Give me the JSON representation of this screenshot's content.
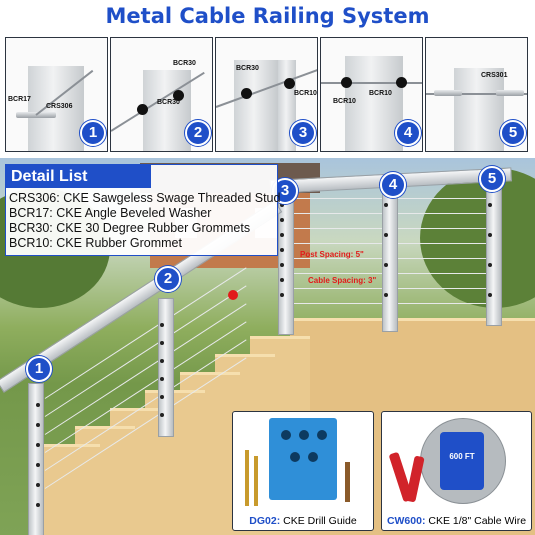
{
  "title": "Metal Cable Railing System",
  "panels": [
    {
      "number": "1",
      "labels": [
        "BCR17",
        "CRS306"
      ]
    },
    {
      "number": "2",
      "labels": [
        "BCR30",
        "BCR30"
      ]
    },
    {
      "number": "3",
      "labels": [
        "BCR30",
        "BCR10"
      ]
    },
    {
      "number": "4",
      "labels": [
        "BCR10",
        "BCR10"
      ]
    },
    {
      "number": "5",
      "labels": [
        "CRS301"
      ]
    }
  ],
  "detail_list": {
    "heading": "Detail List",
    "items": [
      "CRS306: CKE Sawgeless Swage Threaded Stud",
      "BCR17: CKE Angle Beveled Washer",
      "BCR30: CKE 30 Degree Rubber Grommets",
      "BCR10: CKE Rubber Grommet"
    ]
  },
  "scene": {
    "post_numbers": [
      "1",
      "2",
      "3",
      "4",
      "5"
    ],
    "post_spacing_label": "Post Spacing: 5\"",
    "cable_spacing_label": "Cable Spacing: 3\""
  },
  "products": [
    {
      "code": "DG02:",
      "name": "CKE Drill Guide"
    },
    {
      "code": "CW600:",
      "name": "CKE 1/8\" Cable Wire",
      "spool_label": "600 FT"
    }
  ],
  "colors": {
    "accent": "#1f4fc8",
    "annotation": "#e21b1b"
  }
}
